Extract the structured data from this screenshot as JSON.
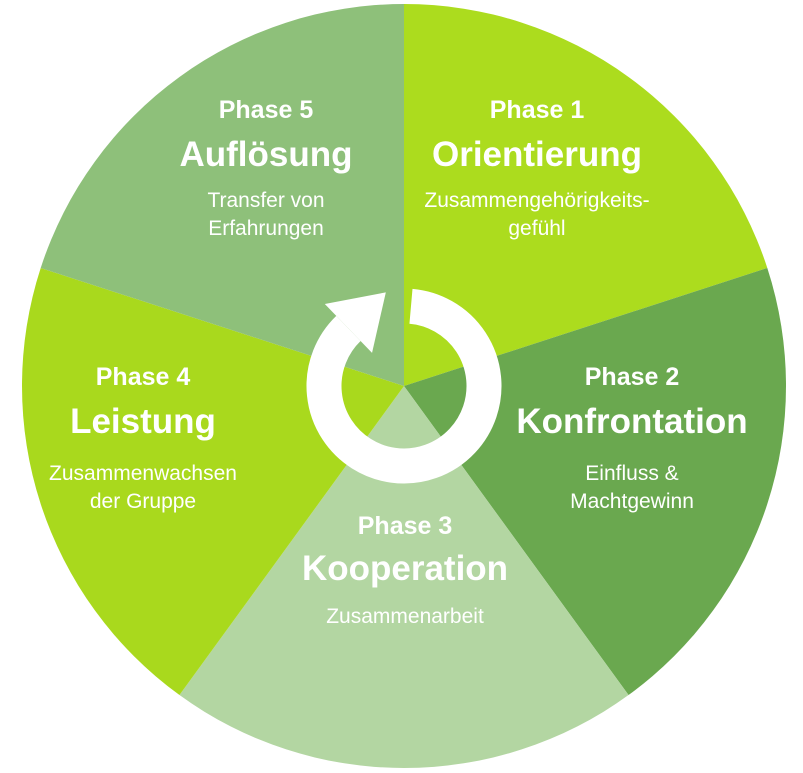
{
  "phases": [
    {
      "phase": "Phase 1",
      "title": "Orientierung",
      "desc_line1": "Zusammengehörigkeits-",
      "desc_line2": "gefühl",
      "color": "#acdc1e"
    },
    {
      "phase": "Phase 2",
      "title": "Konfrontation",
      "desc_line1": "Einfluss &",
      "desc_line2": "Machtgewinn",
      "color": "#6aa84f"
    },
    {
      "phase": "Phase 3",
      "title": "Kooperation",
      "desc_line1": "Zusammenarbeit",
      "desc_line2": "",
      "color": "#b3d6a2"
    },
    {
      "phase": "Phase 4",
      "title": "Leistung",
      "desc_line1": "Zusammenwachsen",
      "desc_line2": "der Gruppe",
      "color": "#a9d91d"
    },
    {
      "phase": "Phase 5",
      "title": "Auflösung",
      "desc_line1": "Transfer von",
      "desc_line2": "Erfahrungen",
      "color": "#8ec07a"
    }
  ],
  "cycle_icon": "circular-arrow-icon"
}
